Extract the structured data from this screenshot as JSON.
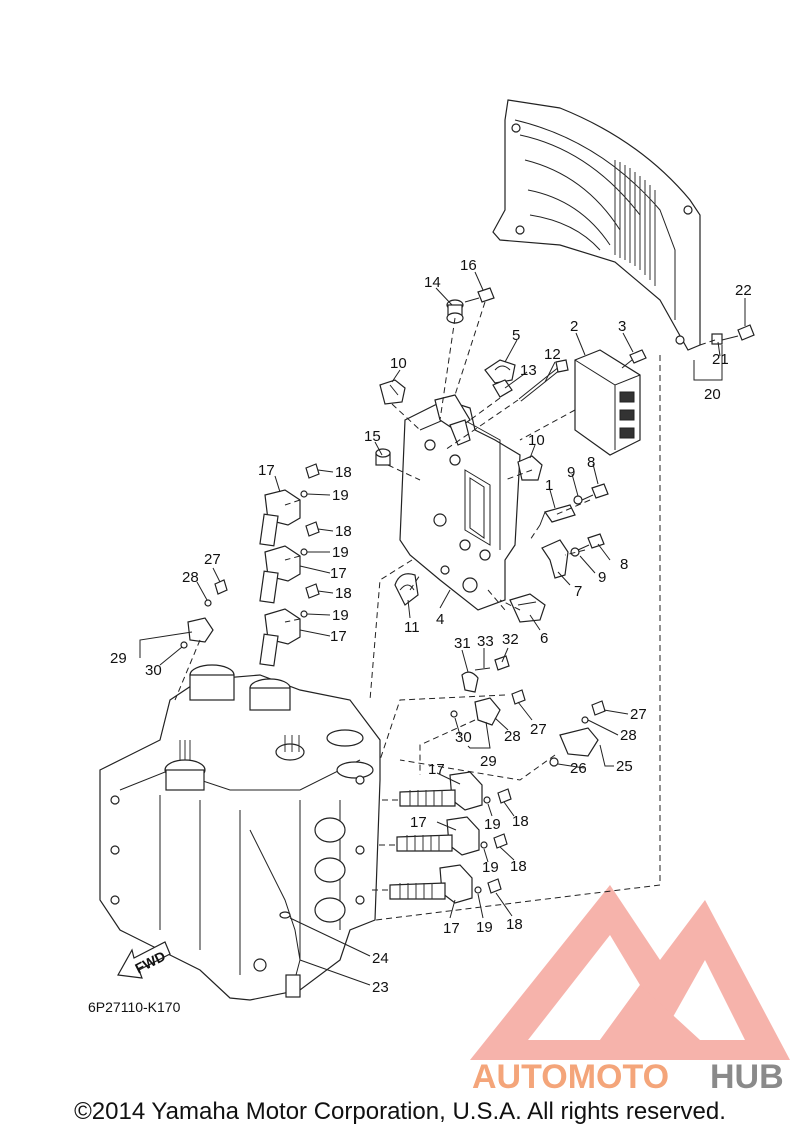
{
  "diagram_code": "6P27110-K170",
  "copyright": "©2014 Yamaha Motor Corporation, U.S.A. All rights reserved.",
  "watermark": {
    "word_a": "AUTOMOTO",
    "word_b": "HUB",
    "color_a": "#f4a57a",
    "color_b": "#8a8a8a",
    "logo_color": "#f08a80"
  },
  "fwd_label": "FWD",
  "callouts": {
    "n1": "1",
    "n2": "2",
    "n3": "3",
    "n4": "4",
    "n5": "5",
    "n6": "6",
    "n7": "7",
    "n8a": "8",
    "n8b": "8",
    "n9a": "9",
    "n9b": "9",
    "n10a": "10",
    "n10b": "10",
    "n11": "11",
    "n12": "12",
    "n13": "13",
    "n14": "14",
    "n15": "15",
    "n16": "16",
    "n17a": "17",
    "n17b": "17",
    "n17c": "17",
    "n17d": "17",
    "n17e": "17",
    "n17f": "17",
    "n18a": "18",
    "n18b": "18",
    "n18c": "18",
    "n18d": "18",
    "n18e": "18",
    "n18f": "18",
    "n19a": "19",
    "n19b": "19",
    "n19c": "19",
    "n19d": "19",
    "n19e": "19",
    "n19f": "19",
    "n20": "20",
    "n21": "21",
    "n22": "22",
    "n23": "23",
    "n24": "24",
    "n25": "25",
    "n26": "26",
    "n27a": "27",
    "n27b": "27",
    "n27c": "27",
    "n28a": "28",
    "n28b": "28",
    "n28c": "28",
    "n29a": "29",
    "n29b": "29",
    "n30a": "30",
    "n30b": "30",
    "n31": "31",
    "n32": "32",
    "n33": "33"
  }
}
